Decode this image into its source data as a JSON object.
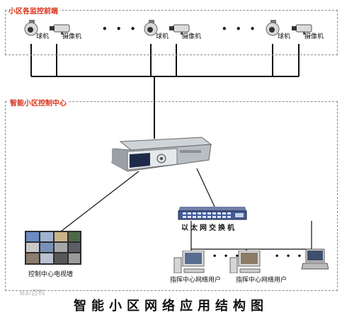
{
  "zones": {
    "frontend_title": "小区各监控前端",
    "control_center_title": "智能小区控制中心"
  },
  "devices": {
    "dome_camera": "球机",
    "box_camera": "摄像机",
    "switch": "以太网交换机",
    "video_wall": "控制中心电视墙",
    "user": "指挥中心网络用户"
  },
  "ellipsis": "• • •",
  "ellipsis_small": "• • •",
  "watermark": "Bai百科",
  "caption": "智能小区网络应用结构图",
  "colors": {
    "zone_title": "#d8331a",
    "network_line": "#111111"
  }
}
